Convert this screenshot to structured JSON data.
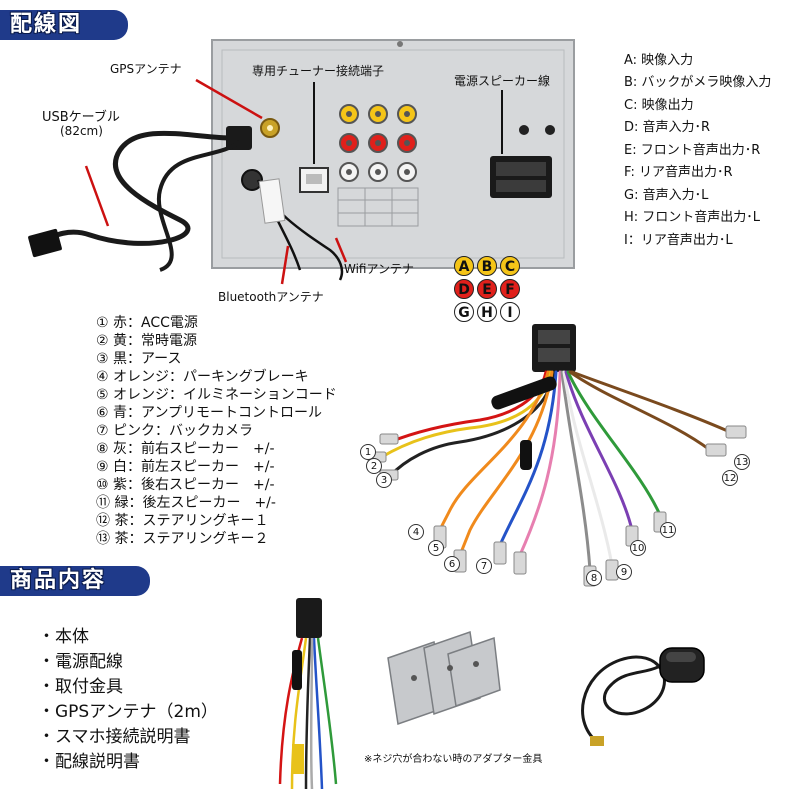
{
  "sections": {
    "wiring_title": "配線図",
    "contents_title": "商品内容"
  },
  "unit_labels": {
    "gps_antenna": "GPSアンテナ",
    "tuner_terminal": "専用チューナー接続端子",
    "power_speaker": "電源スピーカー線",
    "usb_cable": "USBケーブル",
    "usb_length": "(82cm)",
    "wifi_antenna": "Wifiアンテナ",
    "bluetooth_antenna": "Bluetoothアンテナ"
  },
  "rca_legend": [
    "A: 映像入力",
    "B: バックがメラ映像入力",
    "C: 映像出力",
    "D: 音声入力･R",
    "E: フロント音声出力･R",
    "F: リア音声出力･R",
    "G: 音声入力･L",
    "H: フロント音声出力･L",
    "I：リア音声出力･L"
  ],
  "connector_key": {
    "rows": [
      [
        {
          "letter": "A",
          "color": "#f5c518"
        },
        {
          "letter": "B",
          "color": "#f5c518"
        },
        {
          "letter": "C",
          "color": "#f5c518"
        }
      ],
      [
        {
          "letter": "D",
          "color": "#e0201b"
        },
        {
          "letter": "E",
          "color": "#e0201b"
        },
        {
          "letter": "F",
          "color": "#e0201b"
        }
      ],
      [
        {
          "letter": "G",
          "color": "#ffffff"
        },
        {
          "letter": "H",
          "color": "#ffffff"
        },
        {
          "letter": "I",
          "color": "#ffffff"
        }
      ]
    ]
  },
  "wire_list": [
    "① 赤：ACC電源",
    "② 黄：常時電源",
    "③ 黒：アース",
    "④ オレンジ：パーキングブレーキ",
    "⑤ オレンジ：イルミネーションコード",
    "⑥ 青：アンプリモートコントロール",
    "⑦ ピンク：バックカメラ",
    "⑧ 灰：前右スピーカー　+/-",
    "⑨ 白：前左スピーカー　+/-",
    "⑩ 紫：後右スピーカー　+/-",
    "⑪ 緑：後左スピーカー　+/-",
    "⑫ 茶：ステアリングキー１",
    "⑬ 茶：ステアリングキー２"
  ],
  "harness_numbers": [
    "1",
    "2",
    "3",
    "4",
    "5",
    "6",
    "7",
    "8",
    "9",
    "10",
    "11",
    "12",
    "13"
  ],
  "contents": [
    "・本体",
    "・電源配線",
    "・取付金具",
    "・GPSアンテナ（2m）",
    "・スマホ接続説明書",
    "・配線説明書"
  ],
  "bracket_note": "※ネジ穴が合わない時のアダプター金具",
  "colors": {
    "header": "#1f3a8a",
    "panel": "#d6d8da",
    "rca_yellow": "#f5c518",
    "rca_red": "#e0201b",
    "rca_white": "#f4f4f4",
    "leader_red": "#cc1111"
  }
}
